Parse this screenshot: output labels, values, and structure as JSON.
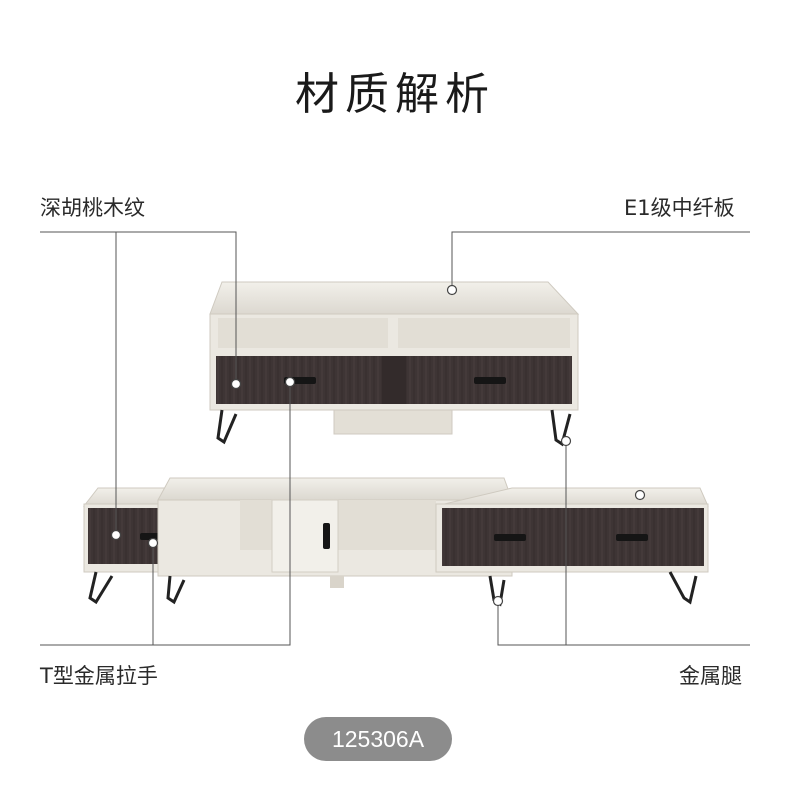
{
  "page": {
    "title": "材质解析",
    "labels": {
      "walnut": "深胡桃木纹",
      "board": "E1级中纤板",
      "handle": "T型金属拉手",
      "legs": "金属腿"
    },
    "model_code": "125306A"
  },
  "colors": {
    "body_white": "#ebe8e1",
    "walnut": "#3e3535",
    "metal": "#222222",
    "badge": "#8c8c8c"
  }
}
